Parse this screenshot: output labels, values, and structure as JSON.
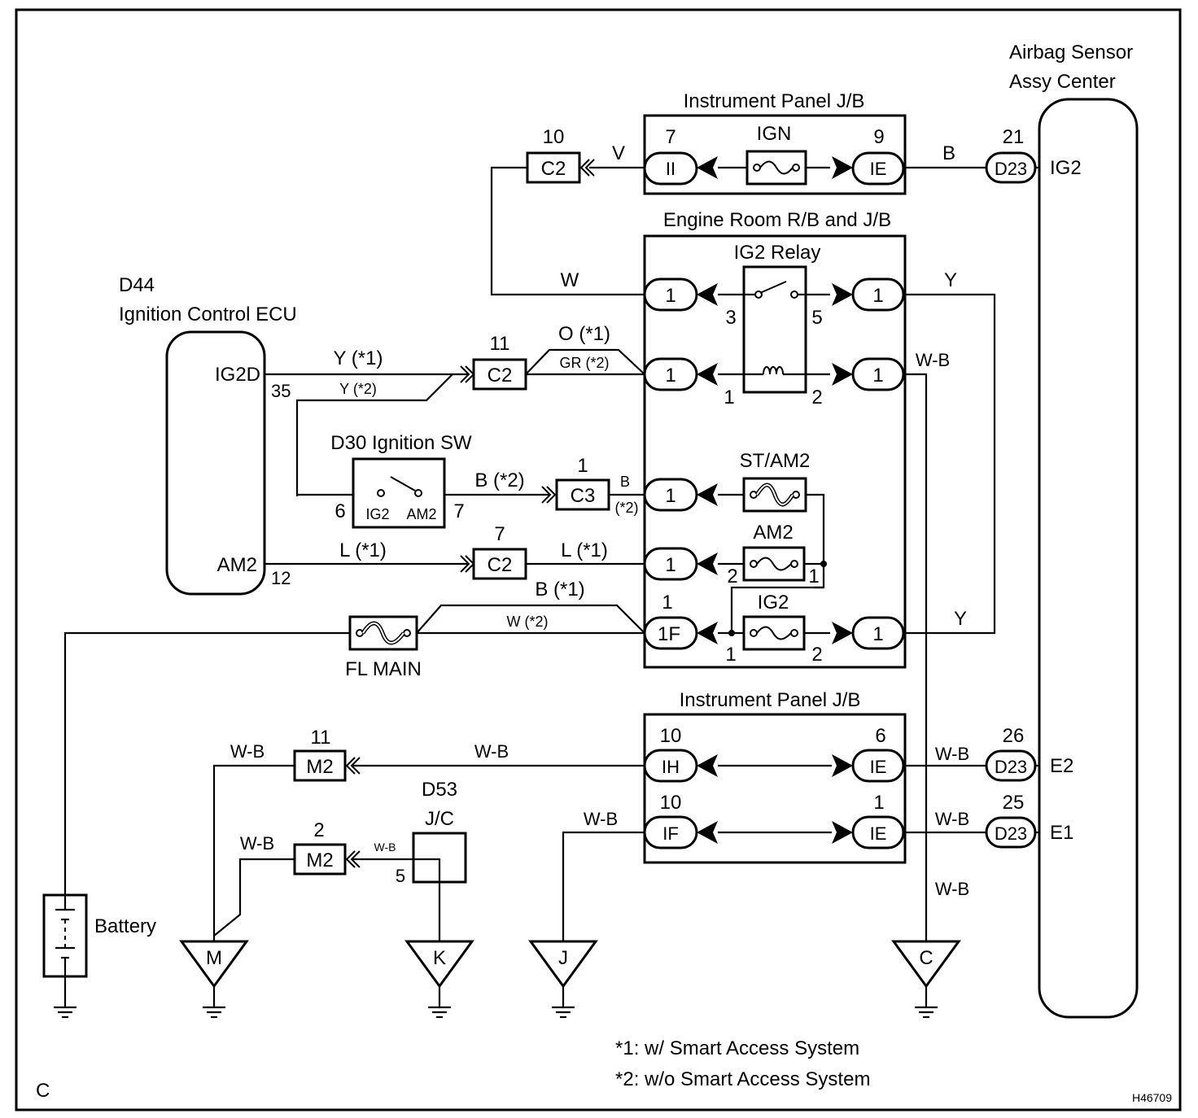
{
  "corner_label": "C",
  "figure_id": "H46709",
  "footnotes": [
    "*1: w/ Smart Access System",
    "*2: w/o Smart Access System"
  ],
  "airbag": {
    "title1": "Airbag Sensor",
    "title2": "Assy Center",
    "ig2": "IG2",
    "e2": "E2",
    "e1": "E1"
  },
  "ecu": {
    "code": "D44",
    "name": "Ignition Control ECU",
    "ig2d": "IG2D",
    "am2": "AM2",
    "pin35": "35",
    "pin12": "12"
  },
  "ipjb": {
    "title": "Instrument Panel J/B",
    "fuse": "IGN",
    "ii_num": "7",
    "ii": "II",
    "ie_num": "9",
    "ie": "IE"
  },
  "ipjb2": {
    "title": "Instrument Panel J/B",
    "ih_num": "10",
    "ih": "IH",
    "ie6_num": "6",
    "ie6": "IE",
    "if_num": "10",
    "if": "IF",
    "ie1_num": "1",
    "ie1": "IE"
  },
  "erjb": {
    "title": "Engine Room R/B and J/B",
    "relay": "IG2 Relay",
    "p1": "1",
    "r3": "3",
    "r5": "5",
    "r1": "1",
    "r2": "2",
    "st_am2": "ST/AM2",
    "am2": "AM2",
    "am2_2": "2",
    "am2_1": "1",
    "ig2": "IG2",
    "ig2_1": "1",
    "ig2_2": "2",
    "pin_1f_num": "1",
    "pin_1f": "1F"
  },
  "connectors": {
    "c2_top_num": "10",
    "c2_top": "C2",
    "c2_mid_num": "11",
    "c2_mid": "C2",
    "c3_num": "1",
    "c3": "C3",
    "c2_low_num": "7",
    "c2_low": "C2",
    "d23_a_num": "21",
    "d23_a": "D23",
    "d23_b_num": "26",
    "d23_b": "D23",
    "d23_c_num": "25",
    "d23_c": "D23",
    "m2_a_num": "11",
    "m2_a": "M2",
    "m2_b_num": "2",
    "m2_b": "M2"
  },
  "ignsw": {
    "name": "D30 Ignition SW",
    "ig2": "IG2",
    "am2": "AM2",
    "pin6": "6",
    "pin7": "7"
  },
  "jc": {
    "code": "D53",
    "name": "J/C",
    "pin5": "5"
  },
  "wires": {
    "v": "V",
    "b_top": "B",
    "w": "W",
    "y_top": "Y",
    "y1": "Y (*1)",
    "y2": "Y (*2)",
    "o1": "O (*1)",
    "gr2": "GR (*2)",
    "wb_relay": "W-B",
    "b2": "B (*2)",
    "b_small": "B",
    "star2": "(*2)",
    "l1a": "L (*1)",
    "l1b": "L (*1)",
    "b1": "B (*1)",
    "w2": "W (*2)",
    "y_low": "Y",
    "wb_m2a_l": "W-B",
    "wb_m2a_r": "W-B",
    "wb_m2b_l": "W-B",
    "wb_m2b_r": "W-B",
    "wb_if": "W-B",
    "wb_e2": "W-B",
    "wb_e1": "W-B",
    "wb_c": "W-B"
  },
  "fl_main": "FL MAIN",
  "battery": "Battery",
  "grounds": {
    "m": "M",
    "k": "K",
    "j": "J",
    "c": "C"
  }
}
